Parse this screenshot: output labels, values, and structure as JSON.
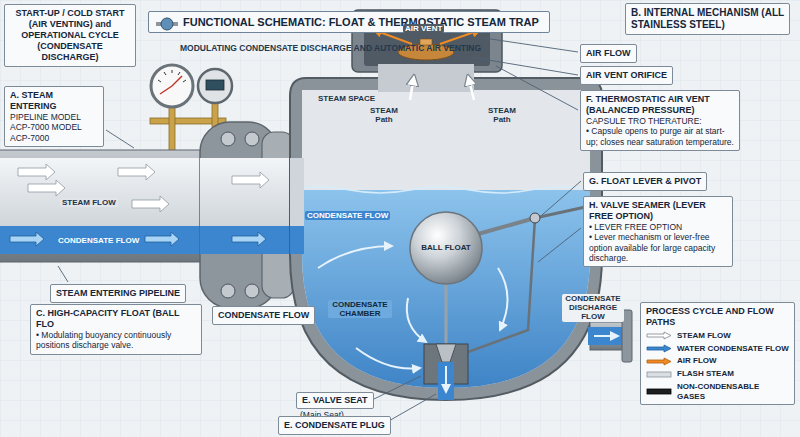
{
  "diagram": {
    "title": "FUNCTIONAL SCHEMATIC: FLOAT & THERMOSTATIC STEAM TRAP",
    "nodes": [
      {
        "text": [
          "START-UP / COLD START (AIR VENTING) and OPERATIONAL CYCLE (CONDENSATE DISCHARGE)"
        ]
      },
      {
        "text": [
          "B. INTERNAL MECHANISM (ALL STAINLESS STEEL)"
        ]
      },
      {
        "text": [
          "A. STEAM ENTERING",
          "PIPELINE MODEL ACP-7000 MODEL ACP-7000"
        ]
      },
      {
        "text": [
          "AIR FLOW"
        ]
      },
      {
        "text": [
          "AIR VENT ORIFICE"
        ]
      },
      {
        "text": [
          "F. THERMOSTATIC AIR VENT (BALANCED PRESSURE)",
          "CAPSULE TRO THERATURE:",
          "• Capsule opens to purge air at start-up; closes near saturation temperature."
        ]
      },
      {
        "text": [
          "G. FLOAT LEVER & PIVOT"
        ]
      },
      {
        "text": [
          "H. VALVE SEAMER (LEVER FREE OPTION)",
          "• LEVER FREE OPTION",
          "• Lever mechanism or lever-free option available for large capacity discharge."
        ]
      },
      {
        "text": [
          "PROCESS CYCLE AND FLOW PATHS"
        ]
      },
      {
        "text": [
          "STEAM ENTERING PIPELINE"
        ]
      },
      {
        "text": [
          "C. HIGH-CAPACITY FLOAT (BALL FLO",
          "• Modulating buoyancy continuously positions discharge valve."
        ]
      },
      {
        "text": [
          "CONDENSATE FLOW"
        ]
      },
      {
        "text": [
          "E. VALVE SEAT",
          "(Main Seat)"
        ]
      },
      {
        "text": [
          "E. CONDENSATE PLUG"
        ]
      }
    ],
    "labels": [
      "MODULATING CONDENSATE DISCHARGE AND AUTOMATIC AIR VENTING",
      "STEAM FLOW",
      "CONDENSATE FLOW",
      "CONDENSATE FLOW",
      "AIR VENT",
      "STEAM SPACE",
      "STEAM Path",
      "STEAM Path",
      "BALL FLOAT",
      "CONDENSATE CHAMBER",
      "CONDENSATE DISCHARGE FLOW"
    ],
    "legend": [
      {
        "text": "STEAM FLOW"
      },
      {
        "text": "WATER CONDENSATE FLOW"
      },
      {
        "text": "AIR FLOW"
      },
      {
        "text": "FLASH STEAM"
      },
      {
        "text": "NON-CONDENSABLE GASES"
      }
    ]
  }
}
